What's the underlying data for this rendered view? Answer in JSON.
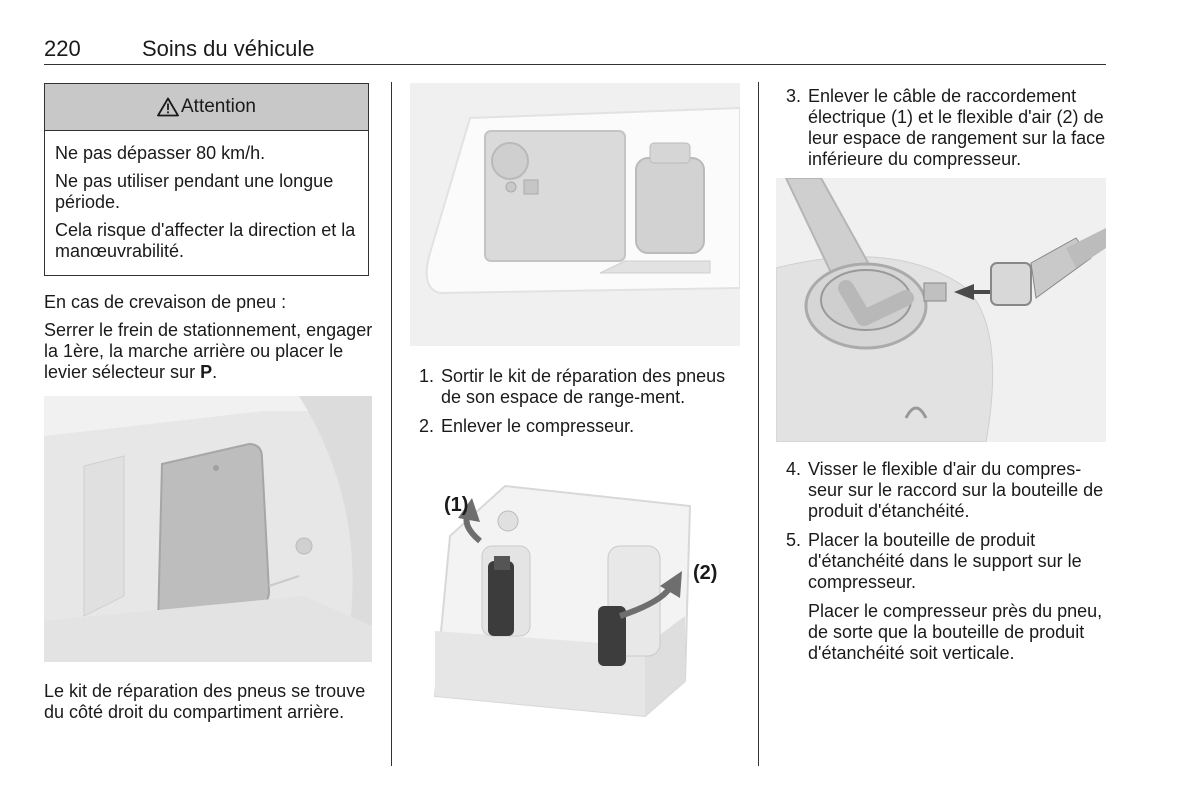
{
  "header": {
    "page_number": "220",
    "section_title": "Soins du véhicule"
  },
  "warning": {
    "title": "Attention",
    "icon": "warning-triangle-icon",
    "lines": [
      "Ne pas dépasser 80 km/h.",
      "Ne pas utiliser pendant une longue période.",
      "Cela risque d'affecter la direction et la manœuvrabilité."
    ]
  },
  "left": {
    "intro": "En cas de crevaison de pneu :",
    "instruction_before": "Serrer le frein de stationnement, engager la 1ère, la marche arrière ou placer le levier sélecteur sur ",
    "instruction_bold": "P",
    "instruction_after": ".",
    "caption": "Le kit de réparation des pneus se trouve du côté droit du compartiment arrière."
  },
  "middle": {
    "steps": [
      {
        "num": "1.",
        "text": "Sortir le kit de réparation des pneus de son espace de range-ment."
      },
      {
        "num": "2.",
        "text": "Enlever le compresseur."
      }
    ],
    "callout_1": "(1)",
    "callout_2": "(2)"
  },
  "right": {
    "steps": [
      {
        "num": "3.",
        "text": "Enlever le câble de raccordement électrique (1) et le flexible d'air (2) de leur espace de rangement sur la face inférieure du compresseur."
      },
      {
        "num": "4.",
        "text": "Visser le flexible d'air du compres-seur sur le raccord sur la bouteille de produit d'étanchéité."
      },
      {
        "num": "5.",
        "text": "Placer la bouteille de produit d'étanchéité dans le support sur le compresseur."
      }
    ],
    "step5_extra": "Placer le compresseur près du pneu, de sorte que la bouteille de produit d'étanchéité soit verticale."
  }
}
